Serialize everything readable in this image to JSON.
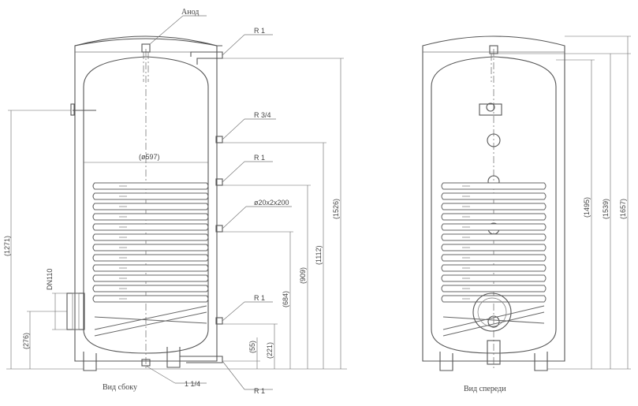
{
  "labels": {
    "anode": "Анод",
    "r1_top": "R 1",
    "r34": "R 3/4",
    "r1_mid": "R 1",
    "sensor": "ø20x2x200",
    "r1_low": "R 1",
    "r1_bottom": "R 1",
    "drain": "1 1/4",
    "diameter": "(ø597)",
    "flange": "DN110",
    "side_caption": "Вид сбоку",
    "front_caption": "Вид спереди"
  },
  "dims_side": {
    "d1271": "(1271)",
    "d276": "(276)",
    "d1526": "(1526)",
    "d1112": "(1112)",
    "d909": "(909)",
    "d684": "(684)",
    "d221": "(221)",
    "d55": "(55)"
  },
  "dims_front": {
    "d1495": "(1495)",
    "d1539": "(1539)",
    "d1657": "(1657)"
  }
}
